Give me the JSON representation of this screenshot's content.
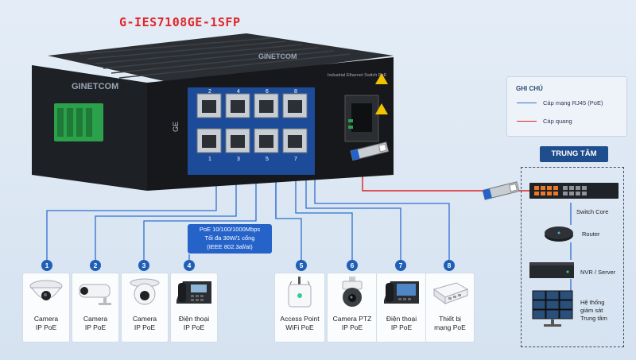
{
  "title": "G-IES7108GE-1SFP",
  "switch_panel": {
    "brand": "GINETCOM",
    "product_text": "Industrial Ethernet Switch PoE",
    "port_group": "GE",
    "port_numbers_top": [
      "2",
      "4",
      "6",
      "8"
    ],
    "port_numbers_bottom": [
      "1",
      "3",
      "5",
      "7"
    ]
  },
  "poe_info": {
    "line1": "PoE 10/100/1000Mbps",
    "line2": "Tối đa 30W/1 cổng",
    "line3": "(IEEE 802.3af/at)"
  },
  "legend": {
    "title": "GHI CHÚ",
    "items": [
      {
        "label": "Cáp mạng RJ45 (PoE)",
        "color": "#2f6fd0"
      },
      {
        "label": "Cáp quang",
        "color": "#e02020"
      }
    ]
  },
  "center": {
    "title": "TRUNG TÂM",
    "items": [
      {
        "label": "Switch Core"
      },
      {
        "label": "Router"
      },
      {
        "label": "NVR / Server"
      },
      {
        "label_lines": [
          "Hệ thống",
          "giám sát",
          "Trung tâm"
        ]
      }
    ]
  },
  "devices": [
    {
      "num": "1",
      "lines": [
        "Camera",
        "IP PoE"
      ],
      "icon": "dome-camera-icon"
    },
    {
      "num": "2",
      "lines": [
        "Camera",
        "IP PoE"
      ],
      "icon": "bullet-camera-icon"
    },
    {
      "num": "3",
      "lines": [
        "Camera",
        "IP PoE"
      ],
      "icon": "turret-camera-icon"
    },
    {
      "num": "4",
      "lines": [
        "Điện thoại",
        "IP PoE"
      ],
      "icon": "ip-phone-icon"
    },
    {
      "num": "5",
      "lines": [
        "Access Point",
        "WiFi PoE"
      ],
      "icon": "access-point-icon"
    },
    {
      "num": "6",
      "lines": [
        "Camera PTZ",
        "IP PoE"
      ],
      "icon": "ptz-camera-icon"
    },
    {
      "num": "7",
      "lines": [
        "Điện thoại",
        "IP PoE"
      ],
      "icon": "ip-phone-icon"
    },
    {
      "num": "8",
      "lines": [
        "Thiết bị",
        "mạng PoE"
      ],
      "icon": "poe-device-icon"
    }
  ],
  "colors": {
    "rj45": "#2f6fd0",
    "fiber": "#e02020",
    "badge": "#1f5fb8"
  }
}
